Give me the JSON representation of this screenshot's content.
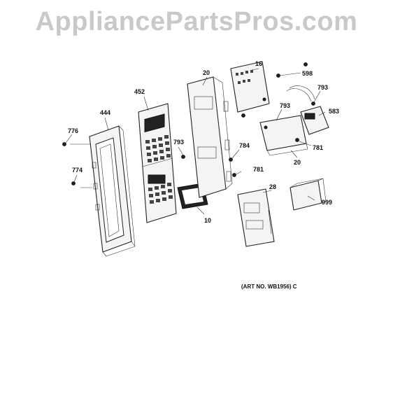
{
  "watermark": "AppliancePartsPros.com",
  "art_number": "(ART NO. WB1956) C",
  "callouts": {
    "c444": "444",
    "c776": "776",
    "c774": "774",
    "c452": "452",
    "c793a": "793",
    "c10": "10",
    "c20a": "20",
    "c784": "784",
    "c781a": "781",
    "c16": "16",
    "c598": "598",
    "c793b": "793",
    "c793c": "793",
    "c583": "583",
    "c781b": "781",
    "c20b": "20",
    "c28": "28",
    "c999": "999"
  }
}
